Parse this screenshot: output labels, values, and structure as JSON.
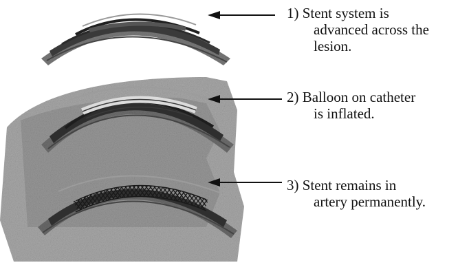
{
  "steps": [
    {
      "number": "1)",
      "lines": [
        "Stent system is",
        "advanced across the",
        "lesion."
      ]
    },
    {
      "number": "2)",
      "lines": [
        "Balloon on catheter",
        "is inflated."
      ]
    },
    {
      "number": "3)",
      "lines": [
        "Stent remains in",
        "artery permanently."
      ]
    }
  ],
  "colors": {
    "ink": "#111111",
    "vessel_dark": "#3a3a3a",
    "vessel_mid": "#8a8a8a",
    "tissue": "#a9a9a9",
    "background": "#ffffff"
  }
}
